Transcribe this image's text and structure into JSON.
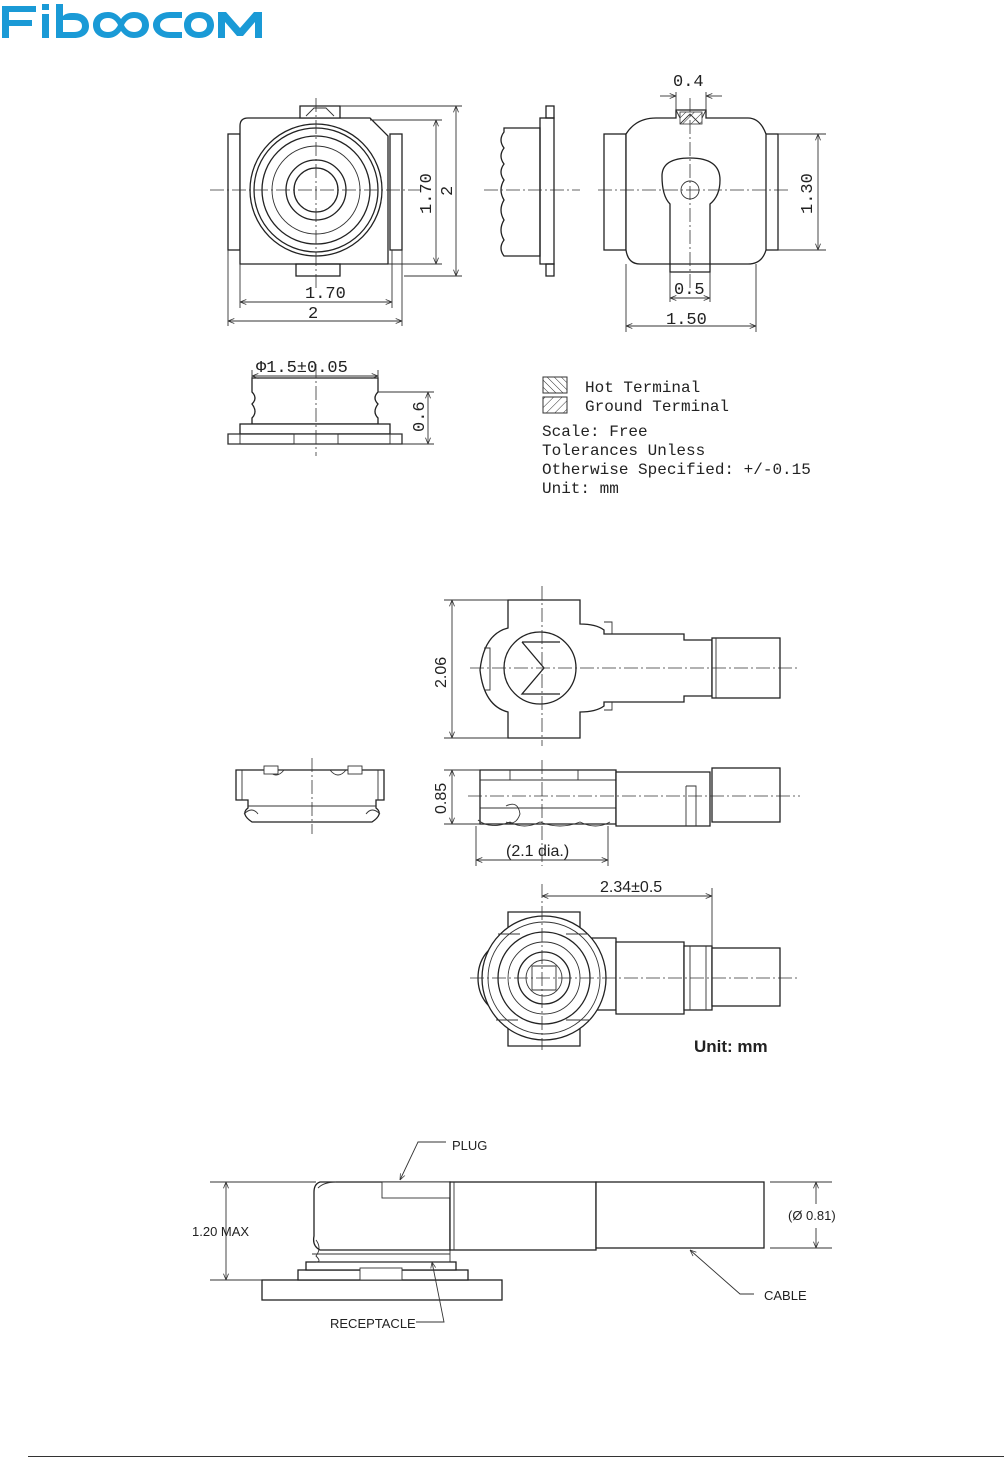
{
  "brand": {
    "logo_text": "FIBOCOM",
    "color": "#1a9ad6"
  },
  "receptacle_drawing": {
    "dims": {
      "top_width_inner": "1.70",
      "top_width_outer": "2",
      "top_height_inner": "1.70",
      "top_height_outer": "2",
      "side_slot": "0.4",
      "side_height": "1.30",
      "pin_width": "0.5",
      "bottom_width": "1.50",
      "diameter": "Φ1.5±0.05",
      "height": "0.6"
    },
    "legend": {
      "hot_terminal": "Hot Terminal",
      "ground_terminal": "Ground Terminal"
    },
    "notes": [
      "Scale: Free",
      "Tolerances Unless",
      "Otherwise Specified: +/-0.15",
      "Unit: mm"
    ]
  },
  "plug_drawing": {
    "dims": {
      "height": "2.06",
      "thickness": "0.85",
      "diameter": "(2.1 dia.)",
      "length": "2.34±0.5"
    },
    "unit": "Unit: mm"
  },
  "mated_drawing": {
    "labels": {
      "plug": "PLUG",
      "receptacle": "RECEPTACLE",
      "cable": "CABLE",
      "max_height": "1.20 MAX",
      "cable_dia": "(Ø 0.81)"
    }
  }
}
